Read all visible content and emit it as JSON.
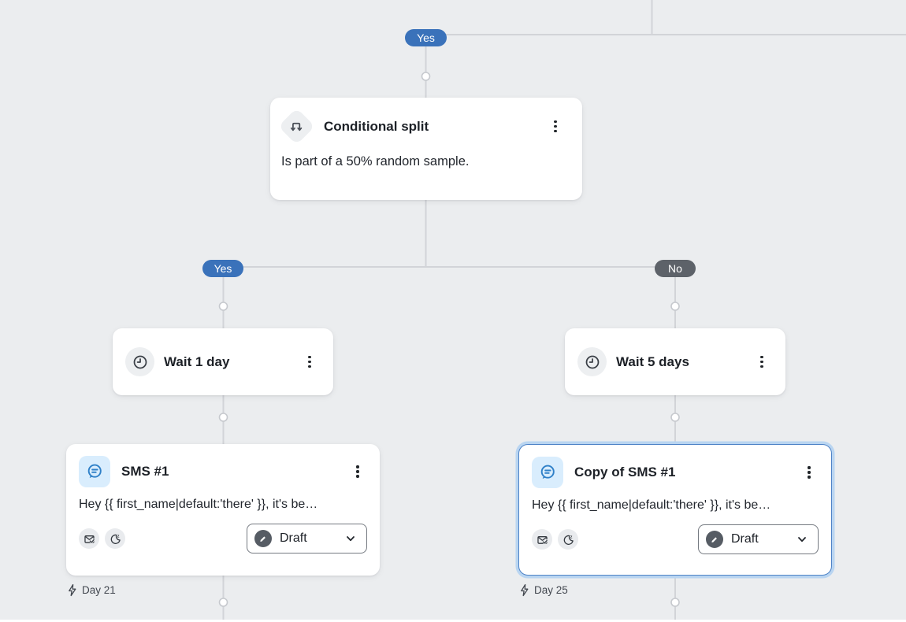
{
  "colors": {
    "background": "#ebedef",
    "edge": "#d2d4d8",
    "yes_pill": "#3a72ba",
    "no_pill": "#5d6269",
    "selected_border": "#4d82c6",
    "selected_ring": "#b9d5f1",
    "sms_icon_bg": "#d9edfd",
    "sms_icon_stroke": "#2f80c8"
  },
  "branches": {
    "top": {
      "label": "Yes"
    },
    "yes": {
      "label": "Yes"
    },
    "no": {
      "label": "No"
    }
  },
  "nodes": {
    "conditional_split": {
      "title": "Conditional split",
      "description": "Is part of a 50% random sample.",
      "icon": "conditional-split-icon",
      "menu_icon": "kebab-menu-icon"
    },
    "wait_yes": {
      "title": "Wait 1 day",
      "icon": "clock-icon",
      "menu_icon": "kebab-menu-icon"
    },
    "wait_no": {
      "title": "Wait 5 days",
      "icon": "clock-icon",
      "menu_icon": "kebab-menu-icon"
    },
    "sms_yes": {
      "title": "SMS #1",
      "preview": "Hey {{ first_name|default:'there' }}, it's be…",
      "status": "Draft",
      "status_icon": "draft-pencil-icon",
      "badge_icons": [
        "envelope-check-icon",
        "quiet-hours-moon-icon"
      ],
      "day_label": "Day 21",
      "selected": false
    },
    "sms_no": {
      "title": "Copy of SMS #1",
      "preview": "Hey {{ first_name|default:'there' }}, it's be…",
      "status": "Draft",
      "status_icon": "draft-pencil-icon",
      "badge_icons": [
        "envelope-check-icon",
        "quiet-hours-moon-icon"
      ],
      "day_label": "Day 25",
      "selected": true
    }
  }
}
